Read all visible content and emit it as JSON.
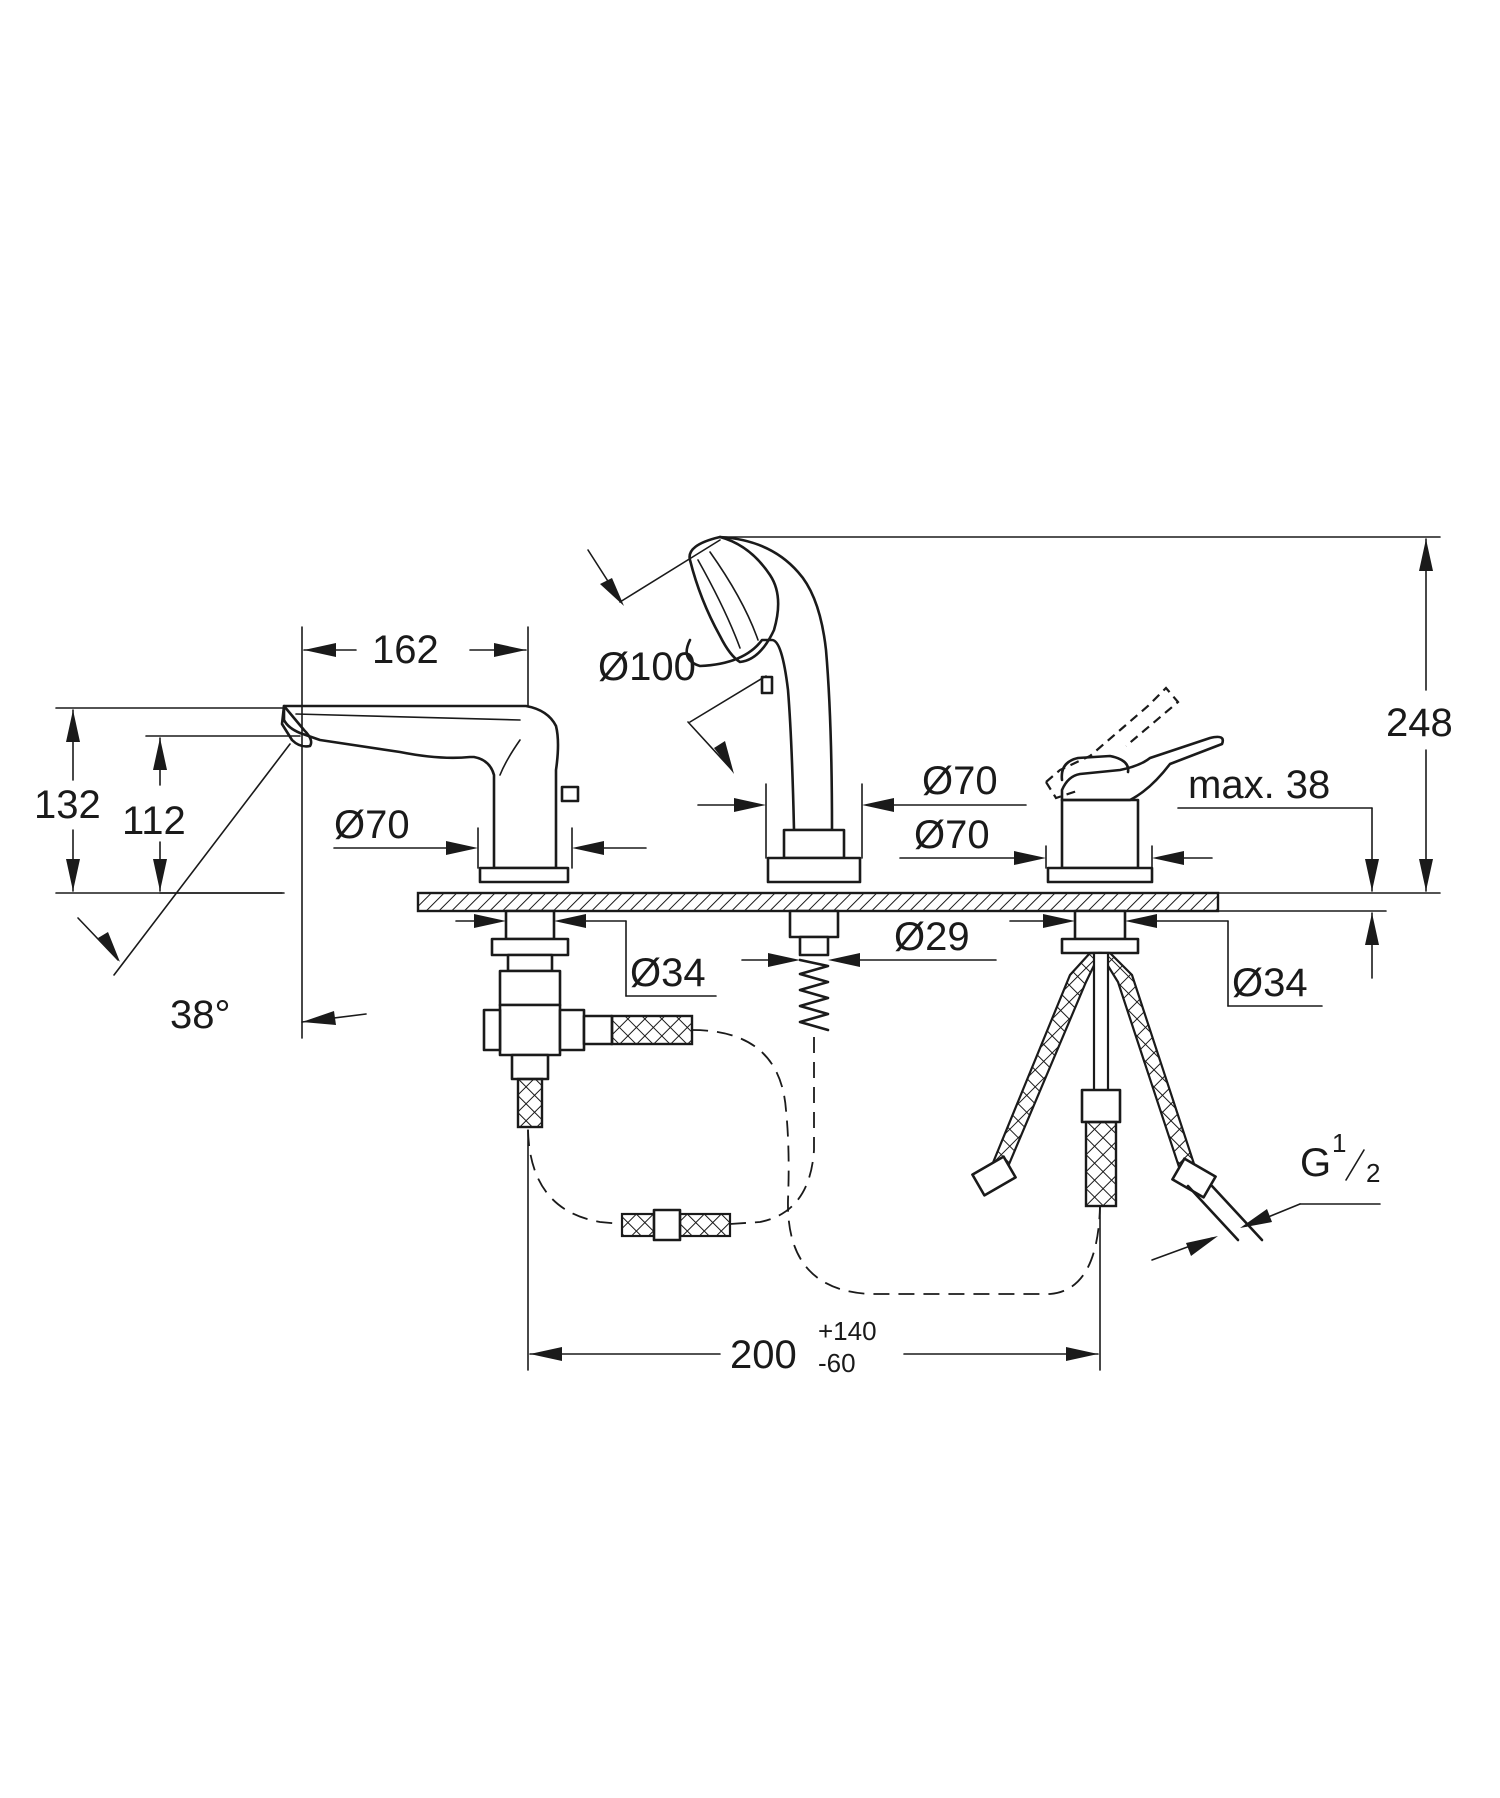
{
  "dimensions": {
    "width_162": "162",
    "height_132": "132",
    "height_112": "112",
    "angle_38": "38°",
    "dia_70_spout": "Ø70",
    "dia_100": "Ø100",
    "dia_70_shower": "Ø70",
    "dia_70_mixer": "Ø70",
    "dia_34_left": "Ø34",
    "dia_29": "Ø29",
    "dia_34_right": "Ø34",
    "max_38": "max. 38",
    "height_248": "248",
    "thread_g": "G",
    "thread_num": "1",
    "thread_den": "2",
    "spacing_200": "200",
    "tol_plus": "+140",
    "tol_minus": "-60"
  }
}
